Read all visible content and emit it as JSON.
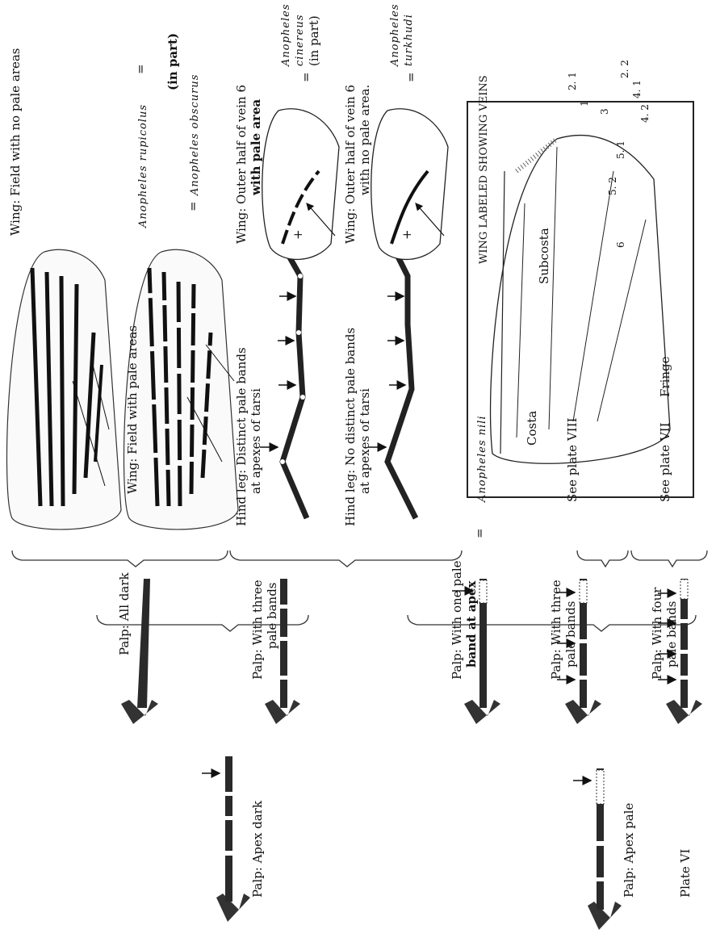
{
  "plate_label": "Plate VI",
  "level1": {
    "apex_dark": "Palp:  Apex dark",
    "apex_pale": "Palp:  Apex pale"
  },
  "level2": {
    "all_dark": "Palp:  All dark",
    "three_bands_a": "Palp:  With three",
    "three_bands_b": "pale bands",
    "one_band_a": "Palp:  With one pale",
    "one_band_b": "band at apex",
    "three_bands2_a": "Palp:  With three",
    "three_bands2_b": "pale bands",
    "four_bands_a": "Palp:  With four",
    "four_bands_b": "pale bands"
  },
  "wings": {
    "no_pale": "Wing:  Field with no pale areas",
    "pale": "Wing:  Field with pale areas"
  },
  "legs": {
    "distinct_a": "Hind leg:  Distinct pale bands",
    "distinct_b": "at apexes of tarsi",
    "none_a": "Hind leg:  No distinct pale bands",
    "none_b": "at apexes of tarsi"
  },
  "vein6": {
    "pale_a": "Wing:  Outer half of vein 6",
    "pale_b": "with pale area",
    "none_a": "Wing:  Outer half of vein 6",
    "none_b": "with no pale area."
  },
  "species": {
    "rupicolus": "Anopheles rupicolus",
    "rupicolus_note": "(in part)",
    "obscurus": "Anopheles obscurus",
    "cinereus_a": "Anopheles",
    "cinereus_b": "cinereus",
    "cinereus_note": "(in part)",
    "turkhudi_a": "Anopheles",
    "turkhudi_b": "turkhudi",
    "nili": "Anopheles nili"
  },
  "refs": {
    "plate8": "See plate  VIII",
    "plate7": "See plate  VII"
  },
  "equals": "=",
  "plus": "+",
  "key": {
    "title": "WING LABELED SHOWING VEINS",
    "costa": "Costa",
    "subcosta": "Subcosta",
    "fringe": "Fringe",
    "v1": "1",
    "v21": "2. 1",
    "v22": "2. 2",
    "v3": "3",
    "v41": "4. 1",
    "v42": "4. 2",
    "v51": "5. 1",
    "v52": "5. 2",
    "v6": "6"
  }
}
